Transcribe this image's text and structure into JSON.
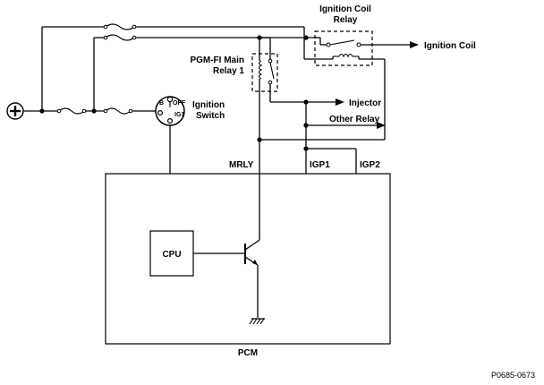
{
  "labels": {
    "ignition_coil_relay_line1": "Ignition Coil",
    "ignition_coil_relay_line2": "Relay",
    "ignition_coil": "Ignition Coil",
    "pgmfi_relay_line1": "PGM-FI Main",
    "pgmfi_relay_line2": "Relay 1",
    "ignition_switch_line1": "Ignition",
    "ignition_switch_line2": "Switch",
    "injector": "Injector",
    "other_relay": "Other Relay",
    "mrly": "MRLY",
    "igp1": "IGP1",
    "igp2": "IGP2",
    "cpu": "CPU",
    "pcm": "PCM",
    "figure_code": "P0685-0673"
  },
  "switch_positions": {
    "b": "B",
    "off": "OFF",
    "ig1": "IG1"
  },
  "battery_symbol": "+"
}
